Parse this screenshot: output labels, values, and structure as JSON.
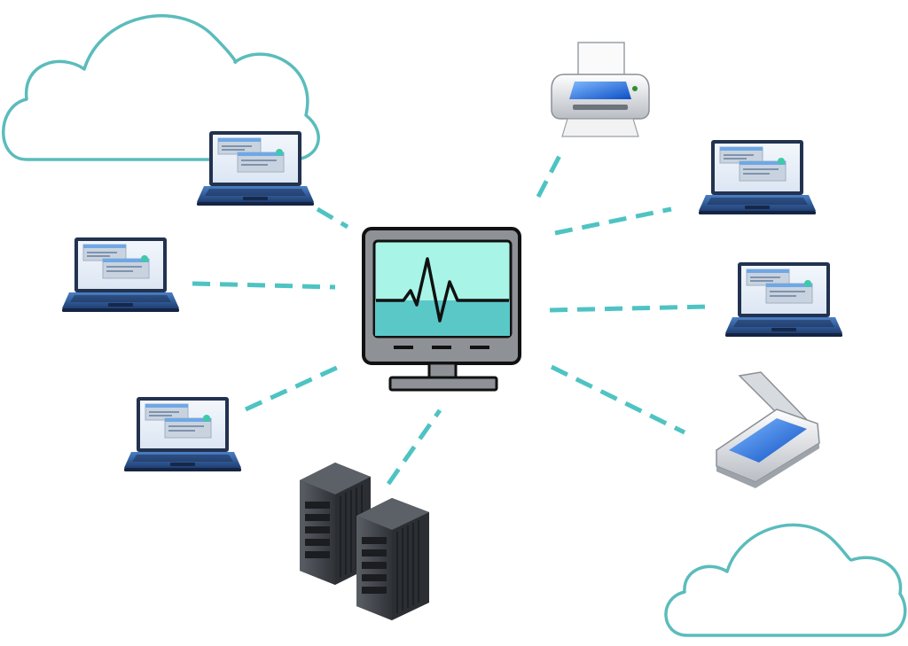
{
  "diagram": {
    "hub": {
      "icon": "monitoring-monitor-icon"
    },
    "nodes": [
      {
        "id": "laptop-top-left",
        "icon": "laptop-icon"
      },
      {
        "id": "laptop-mid-left",
        "icon": "laptop-icon"
      },
      {
        "id": "laptop-low-left",
        "icon": "laptop-icon"
      },
      {
        "id": "server-rack",
        "icon": "server-rack-icon"
      },
      {
        "id": "printer",
        "icon": "printer-icon"
      },
      {
        "id": "laptop-top-right",
        "icon": "laptop-icon"
      },
      {
        "id": "laptop-mid-right",
        "icon": "laptop-icon"
      },
      {
        "id": "scanner",
        "icon": "scanner-icon"
      }
    ],
    "clouds": [
      {
        "id": "cloud-top-left",
        "icon": "cloud-icon"
      },
      {
        "id": "cloud-bottom-right",
        "icon": "cloud-icon"
      }
    ]
  },
  "colors": {
    "connector": "#4ec3c3",
    "cloud_outline": "#5bbcbc",
    "monitor_screen_top": "#a8f5e8",
    "monitor_screen_bottom": "#5bc8c8",
    "laptop_body": "#2f5f9e",
    "laptop_screen": "#e6eef8",
    "server_body": "#3c3f44",
    "device_blue": "#1e6fd6"
  }
}
